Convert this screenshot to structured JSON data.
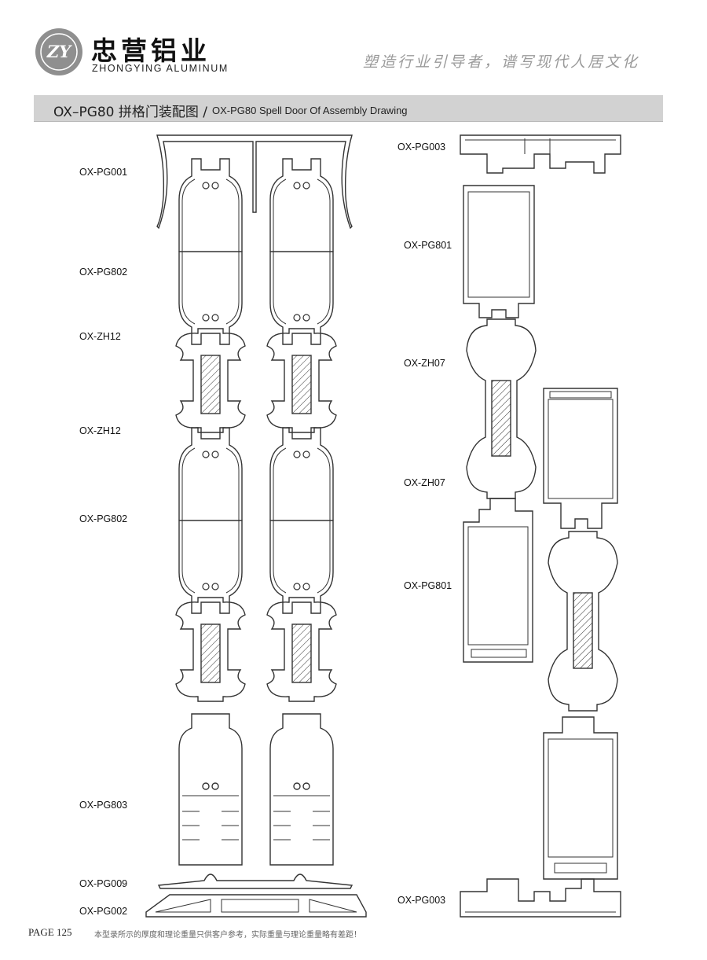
{
  "brand": {
    "logo_text": "ZY",
    "name_cn": "忠营铝业",
    "name_en": "ZHONGYING ALUMINUM",
    "slogan": "塑造行业引导者，谱写现代人居文化"
  },
  "title": {
    "main": "OX–PG80 拼格门装配图 /",
    "sub": "OX-PG80 Spell Door Of Assembly Drawing"
  },
  "left_labels": [
    "OX-PG001",
    "OX-PG802",
    "OX-ZH12",
    "OX-ZH12",
    "OX-PG802",
    "OX-PG803",
    "OX-PG009",
    "OX-PG002"
  ],
  "right_labels": [
    "OX-PG003",
    "OX-PG801",
    "OX-ZH07",
    "OX-ZH07",
    "OX-PG801",
    "OX-PG003"
  ],
  "footer": {
    "page": "PAGE  125",
    "note": "本型录所示的厚度和理论重量只供客户参考，实际重量与理论重量略有差距！"
  },
  "colors": {
    "title_bar": "#d2d2d2",
    "logo": "#8f8f8f",
    "slogan": "#9a9a9a",
    "line": "#333333"
  }
}
